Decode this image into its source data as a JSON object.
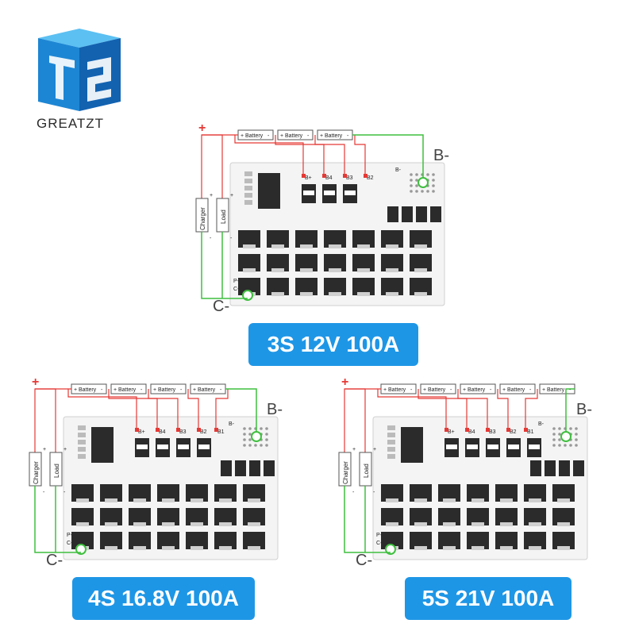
{
  "brand": {
    "name": "GREATZT",
    "colors": {
      "blue_light": "#2e9fe0",
      "blue_dark": "#1166b8"
    }
  },
  "wire_labels": {
    "battery": "Battery",
    "charger": "Charger",
    "load": "Load",
    "plus": "+",
    "minus": "-",
    "b_minus": "B-",
    "c_minus": "C-"
  },
  "board_pads": {
    "b_plus": "B+",
    "b4": "B4",
    "b3": "B3",
    "b2": "B2",
    "b1": "B1",
    "b_minus": "B-",
    "p_minus": "P-",
    "c_minus": "C-"
  },
  "variants": [
    {
      "id": "3s",
      "label": "3S 12V 100A",
      "battery_count": 3
    },
    {
      "id": "4s",
      "label": "4S 16.8V 100A",
      "battery_count": 4
    },
    {
      "id": "5s",
      "label": "5S 21V 100A",
      "battery_count": 5
    }
  ],
  "colors": {
    "label_bg": "#1e96e6",
    "label_text": "#ffffff",
    "wire_red": "#e53935",
    "wire_green": "#3fbf3f",
    "board": "#f4f4f4",
    "chip": "#2b2b2b"
  }
}
